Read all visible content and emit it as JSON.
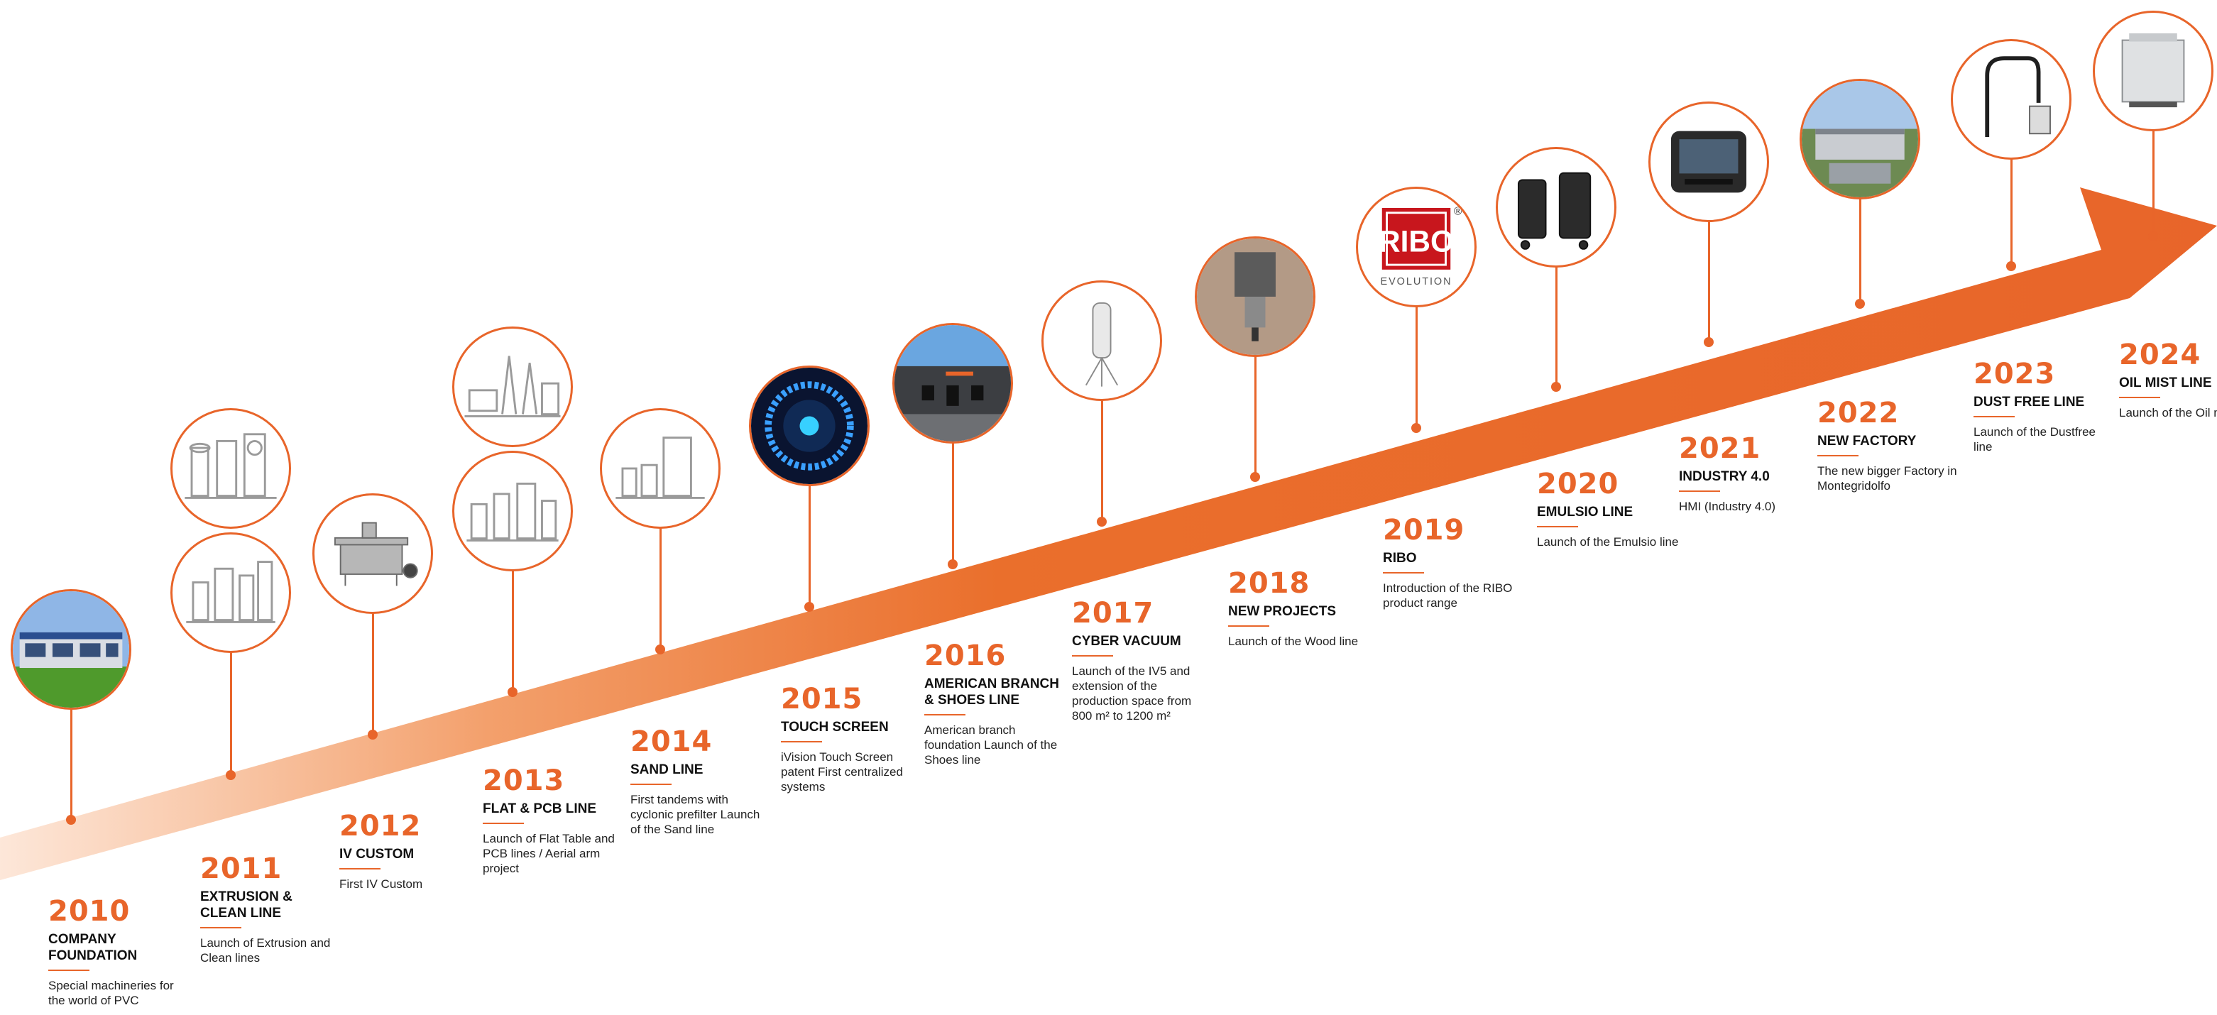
{
  "colors": {
    "accent": "#e8652a",
    "accent_light": "#fbd9c3",
    "text": "#1a1a1a"
  },
  "logo": {
    "brand": "RIBO",
    "sub": "EVOLUTION",
    "mark": "®"
  },
  "milestones": [
    {
      "year": "2010",
      "title": "COMPANY FOUNDATION",
      "desc": "Special machineries for the world of PVC",
      "image": "factory-building"
    },
    {
      "year": "2011",
      "title": "EXTRUSION & CLEAN LINE",
      "desc": "Launch of Extrusion and Clean lines",
      "image": "extrusion-machines"
    },
    {
      "year": "2012",
      "title": "IV CUSTOM",
      "desc": "First IV Custom",
      "image": "iv-custom-machine"
    },
    {
      "year": "2013",
      "title": "FLAT & PCB LINE",
      "desc": "Launch of Flat Table and PCB lines / Aerial arm project",
      "image": "flat-pcb-machines"
    },
    {
      "year": "2014",
      "title": "SAND LINE",
      "desc": "First tandems with cyclonic prefilter Launch of the Sand line",
      "image": "sand-line-machines"
    },
    {
      "year": "2015",
      "title": "TOUCH SCREEN",
      "desc": "iVision Touch Screen patent First centralized systems",
      "image": "touch-screen"
    },
    {
      "year": "2016",
      "title": "AMERICAN BRANCH & SHOES LINE",
      "desc": "American branch foundation Launch of the Shoes line",
      "image": "american-branch"
    },
    {
      "year": "2017",
      "title": "CYBER VACUUM",
      "desc": "Launch of the IV5 and extension of the production space from 800 m² to 1200 m²",
      "image": "cyber-vacuum"
    },
    {
      "year": "2018",
      "title": "NEW PROJECTS",
      "desc": "Launch of the Wood line",
      "image": "wood-cutter"
    },
    {
      "year": "2019",
      "title": "RIBO",
      "desc": "Introduction of the RIBO product range",
      "image": "ribo-logo"
    },
    {
      "year": "2020",
      "title": "EMULSIO LINE",
      "desc": "Launch of the Emulsio line",
      "image": "emulsio-machines"
    },
    {
      "year": "2021",
      "title": "INDUSTRY 4.0",
      "desc": "HMI (Industry 4.0)",
      "image": "hmi-panel"
    },
    {
      "year": "2022",
      "title": "NEW FACTORY",
      "desc": "The new bigger Factory in Montegridolfo",
      "image": "new-factory"
    },
    {
      "year": "2023",
      "title": "DUST FREE LINE",
      "desc": "Launch of the Dustfree line",
      "image": "dustfree-arm"
    },
    {
      "year": "2024",
      "title": "OIL MIST LINE",
      "desc": "Launch of the Oil mist line",
      "image": "oil-mist-unit"
    }
  ],
  "extra_photos": [
    {
      "image": "extrusion-machines-alt"
    },
    {
      "image": "flat-pcb-machines-alt"
    }
  ]
}
